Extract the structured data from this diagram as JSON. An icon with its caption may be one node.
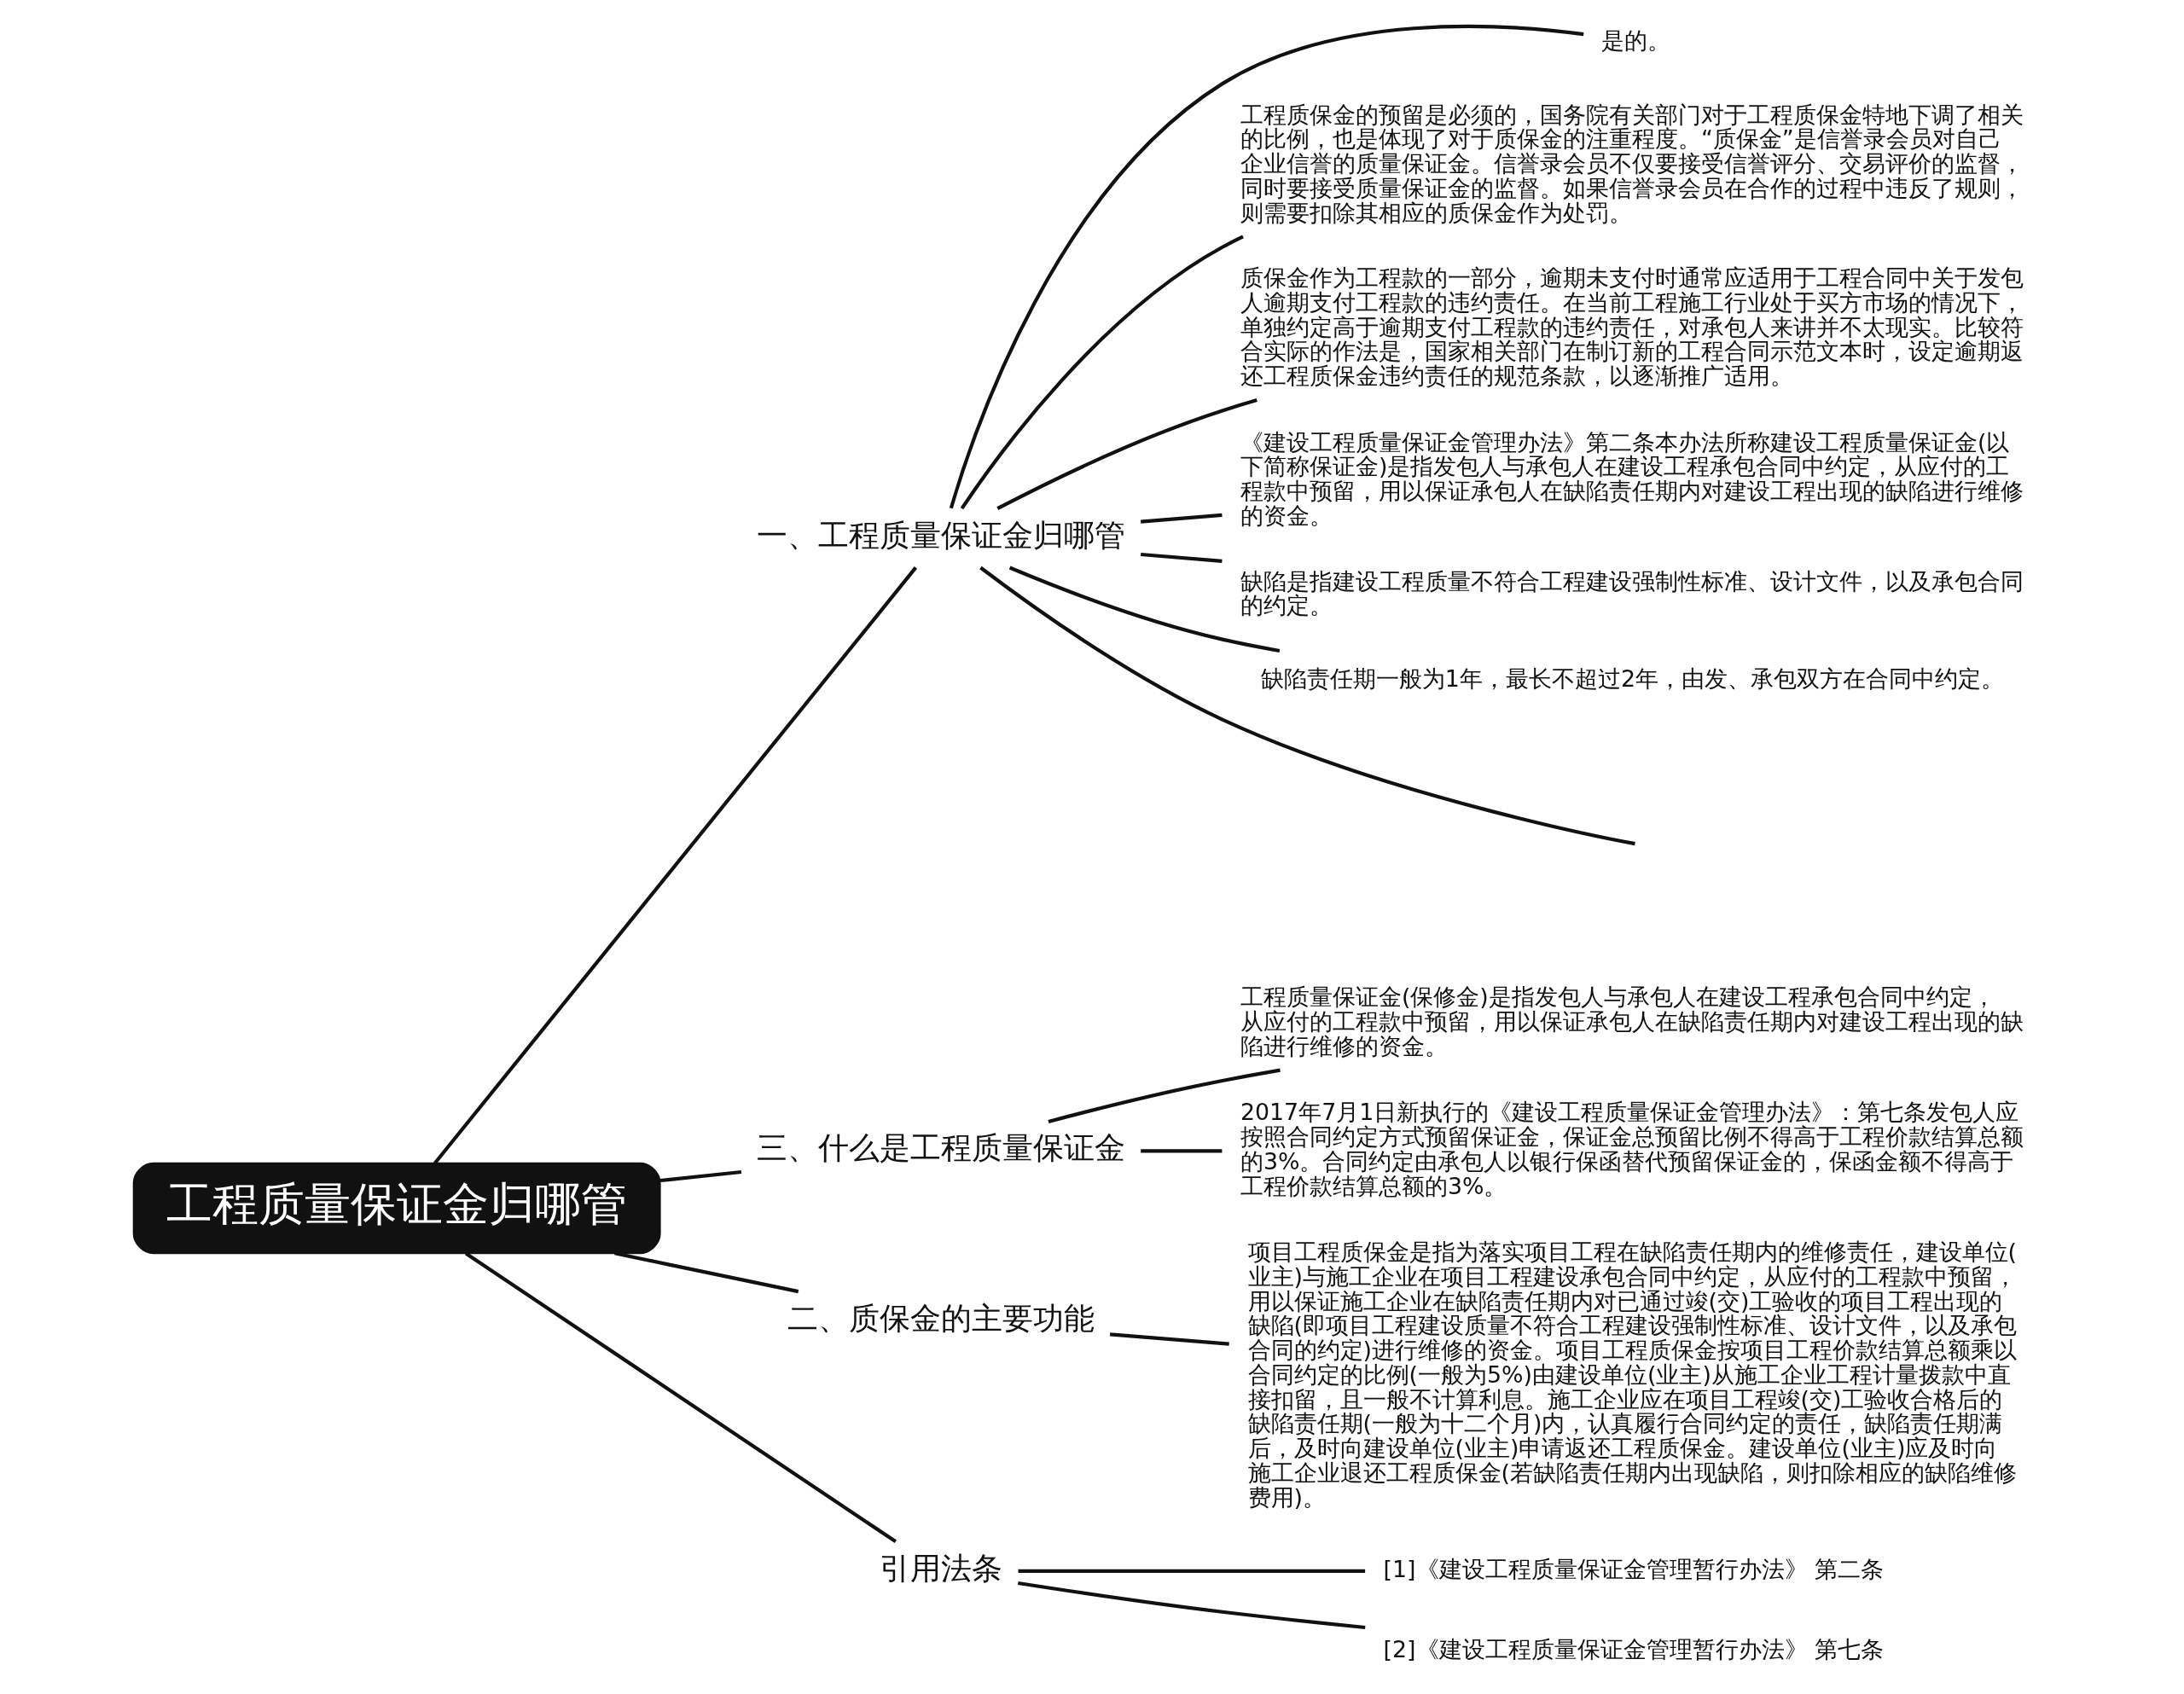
{
  "diagram": {
    "nodes": [
      {
        "text": [
          "工程质量保证金归哪管"
        ]
      },
      {
        "text": [
          "一、工程质量保证金归哪管"
        ]
      },
      {
        "text": [
          "是的。"
        ]
      },
      {
        "text": [
          "工程质保金的预留是必须的，国务院有关部门对于工程质保金特地下调了相关的比例，也是体现了对于质保金的注重程度。“质保金”是信誉录会员对自己企业信誉的质量保证金。信誉录会员不仅要接受信誉评分、交易评价的监督，同时要接受质量保证金的监督。如果信誉录会员在合作的过程中违反了规则，则需要扣除其相应的质保金作为处罚。"
        ]
      },
      {
        "text": [
          "质保金作为工程款的一部分，逾期未支付时通常应适用于工程合同中关于发包人逾期支付工程款的违约责任。在当前工程施工行业处于买方市场的情况下，单独约定高于逾期支付工程款的违约责任，对承包人来讲并不太现实。比较符合实际的作法是，国家相关部门在制订新的工程合同示范文本时，设定逾期返还工程质保金违约责任的规范条款，以逐渐推广适用。"
        ]
      },
      {
        "text": [
          "《建设工程质量保证金管理办法》第二条本办法所称建设工程质量保证金(以下简称保证金)是指发包人与承包人在建设工程承包合同中约定，从应付的工程款中预留，用以保证承包人在缺陷责任期内对建设工程出现的缺陷进行维修的资金。"
        ]
      },
      {
        "text": [
          "缺陷是指建设工程质量不符合工程建设强制性标准、设计文件，以及承包合同的约定。"
        ]
      },
      {
        "text": [
          "缺陷责任期一般为1年，最长不超过2年，由发、承包双方在合同中约定。"
        ]
      },
      {
        "text": [
          "三、什么是工程质量保证金"
        ]
      },
      {
        "text": [
          "工程质量保证金(保修金)是指发包人与承包人在建设工程承包合同中约定，从应付的工程款中预留，用以保证承包人在缺陷责任期内对建设工程出现的缺陷进行维修的资金。"
        ]
      },
      {
        "text": [
          "2017年7月1日新执行的《建设工程质量保证金管理办法》：第七条发包人应按照合同约定方式预留保证金，保证金总预留比例不得高于工程价款结算总额的3%。合同约定由承包人以银行保函替代预留保证金的，保函金额不得高于工程价款结算总额的3%。"
        ]
      },
      {
        "text": [
          "二、质保金的主要功能"
        ]
      },
      {
        "text": [
          "项目工程质保金是指为落实项目工程在缺陷责任期内的维修责任，建设单位(业主)与施工企业在项目工程建设承包合同中约定，从应付的工程款中预留，用以保证施工企业在缺陷责任期内对已通过竣(交)工验收的项目工程出现的缺陷(即项目工程建设质量不符合工程建设强制性标准、设计文件，以及承包合同的约定)进行维修的资金。项目工程质保金按项目工程价款结算总额乘以合同约定的比例(一般为5%)由建设单位(业主)从施工企业工程计量拨款中直接扣留，且一般不计算利息。施工企业应在项目工程竣(交)工验收合格后的缺陷责任期(一般为十二个月)内，认真履行合同约定的责任，缺陷责任期满后，及时向建设单位(业主)申请返还工程质保金。建设单位(业主)应及时向施工企业退还工程质保金(若缺陷责任期内出现缺陷，则扣除相应的缺陷维修费用)。"
        ]
      },
      {
        "text": [
          "引用法条"
        ]
      },
      {
        "text": [
          "[1]《建设工程质量保证金管理暂行办法》 第二条"
        ]
      },
      {
        "text": [
          "[2]《建设工程质量保证金管理暂行办法》 第七条"
        ]
      }
    ],
    "edges": [
      {
        "from": 0,
        "to": 1,
        "arrow": "none"
      },
      {
        "from": 1,
        "to": 2,
        "arrow": "none"
      },
      {
        "from": 1,
        "to": 3,
        "arrow": "none"
      },
      {
        "from": 1,
        "to": 4,
        "arrow": "none"
      },
      {
        "from": 1,
        "to": 5,
        "arrow": "none"
      },
      {
        "from": 1,
        "to": 6,
        "arrow": "none"
      },
      {
        "from": 1,
        "to": 7,
        "arrow": "none"
      },
      {
        "from": 1,
        "to": null,
        "arrow": "none"
      },
      {
        "from": 0,
        "to": 8,
        "arrow": "none"
      },
      {
        "from": 8,
        "to": 9,
        "arrow": "none"
      },
      {
        "from": 8,
        "to": 10,
        "arrow": "none"
      },
      {
        "from": 0,
        "to": 11,
        "arrow": "none"
      },
      {
        "from": 11,
        "to": 12,
        "arrow": "none"
      },
      {
        "from": 0,
        "to": 13,
        "arrow": "none"
      },
      {
        "from": 13,
        "to": 14,
        "arrow": "none"
      },
      {
        "from": 13,
        "to": 15,
        "arrow": "none"
      }
    ]
  }
}
